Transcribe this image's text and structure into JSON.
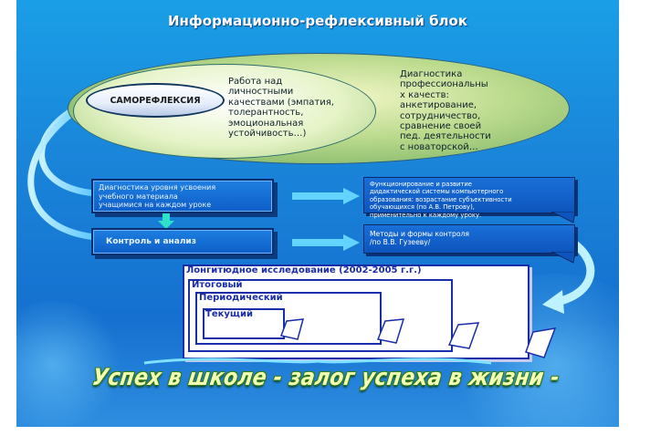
{
  "title": "Информационно-рефлексивный блок",
  "ellipse": {
    "center_label": "САМОРЕФЛЕКСИЯ",
    "inner_text": [
      "Работа над",
      "личностными",
      "качествами (эмпатия,",
      "толерантность,",
      "эмоциональная",
      "устойчивость…)"
    ],
    "outer_text": [
      "Диагностика",
      "профессиональны",
      "х качеств:",
      "анкетирование,",
      "сотрудничество,",
      "сравнение своей",
      "пед. деятельности",
      "с новаторской…"
    ]
  },
  "boxes": {
    "diagnostics": [
      "Диагностика уровня усвоения",
      "учебного материала",
      "учащимися на каждом уроке"
    ],
    "control": "Контроль и анализ"
  },
  "bubbles": {
    "upper": [
      "Функционирование и развитие",
      "дидактической системы компьютерного",
      "образования: возрастание субъективности",
      "обучающихся (по А.В. Петрову),",
      "применительно к каждому уроку."
    ],
    "lower": [
      "Методы и формы контроля",
      "/по В.В. Гузееву/"
    ]
  },
  "document": {
    "outer": "Лонгитюдное исследование (2002-2005 г.г.)",
    "level1": "Итоговый",
    "level2": "Периодический",
    "level3": "Текущий"
  },
  "slogan": "Успех в школе - залог успеха в жизни -",
  "colors": {
    "background": "#1a86da",
    "ellipse_outer": "#b9d98b",
    "ellipse_inner": "#e5f3c6",
    "box": "#0e5ec8",
    "doc_border": "#1a2da8",
    "slogan": "#f3ffb3"
  }
}
